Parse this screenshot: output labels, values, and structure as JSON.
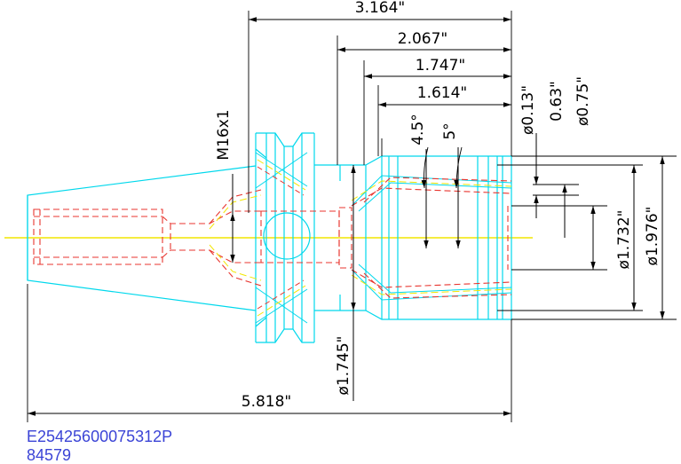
{
  "drawing": {
    "colors": {
      "outline": "#00d8ec",
      "hidden": "#e8352f",
      "centerline": "#f2e600",
      "dimension": "#000000",
      "part_number": "#3b44d6"
    },
    "dimensions": {
      "top_overall": "3.164\"",
      "length_2067": "2.067\"",
      "length_1747": "1.747\"",
      "length_1614": "1.614\"",
      "thread": "M16x1",
      "angle_45": "4.5°",
      "angle_5": "5°",
      "dia_013": "ø0.13\"",
      "dia_063": "0.63\"",
      "dia_075": "ø0.75\"",
      "dia_1732": "ø1.732\"",
      "dia_1976": "ø1.976\"",
      "dia_1745": "ø1.745\"",
      "overall_length": "5.818\""
    },
    "part_number": {
      "line1": "E25425600075312P",
      "line2": "84579"
    }
  }
}
